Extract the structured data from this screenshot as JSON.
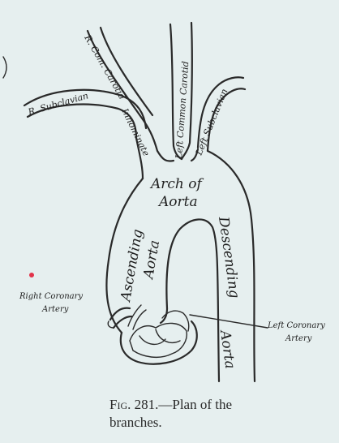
{
  "labels": {
    "r_com_carotid": "R. Com. Carotid",
    "left_common_carotid": "Left Common Carotid",
    "r_subclavian": "R. Subclavian",
    "innominate": "Innominate",
    "left_subclavian": "Left Subclavian",
    "arch_of": "Arch of",
    "aorta": "Aorta",
    "ascending": "Ascending",
    "asc_aorta": "Aorta",
    "descending": "Descending",
    "desc_aorta": "Aorta",
    "right_coronary_1": "Right Coronary",
    "right_coronary_2": "Artery",
    "left_coronary_1": "Left Coronary",
    "left_coronary_2": "Artery"
  },
  "caption": {
    "fig": "Fig. 281.",
    "text": "—Plan of the",
    "text2": "branches."
  },
  "colors": {
    "ink": "#2a2a2a",
    "paper": "#e6efef",
    "mark": "#e2334a"
  }
}
